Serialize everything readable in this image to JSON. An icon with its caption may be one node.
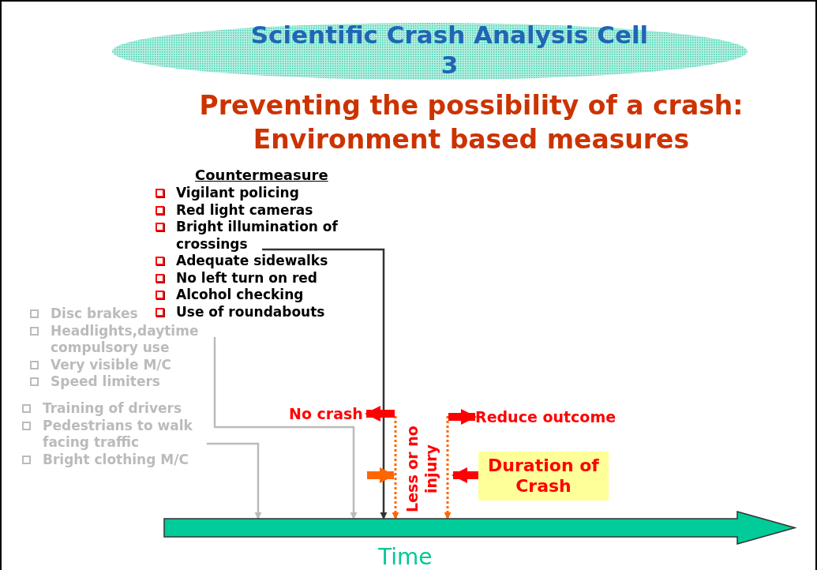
{
  "diagram": {
    "nodes": [
      {
        "text": [
          "Scientific Crash Analysis Cell 3"
        ]
      },
      {
        "text": [
          "Countermeasure",
          "Vigilant policing",
          "Red light cameras",
          "Bright illumination of crossings",
          "Adequate sidewalks",
          "No left turn on red",
          "Alcohol checking",
          "Use of roundabouts"
        ]
      },
      {
        "text": [
          "Disc brakes",
          "Headlights,daytime compulsory use",
          "Very visible M/C",
          "Speed limiters"
        ]
      },
      {
        "text": [
          "Training of drivers",
          "Pedestrians to walk facing traffic",
          "Bright clothing M/C"
        ]
      },
      {
        "text": [],
        "shape": "arrow",
        "beside": [
          "Time"
        ]
      },
      {
        "text": [
          "No crash"
        ]
      },
      {
        "text": [
          "Reduce outcome"
        ]
      },
      {
        "text": [
          "Less or no injury"
        ]
      },
      {
        "text": [
          "Duration of Crash"
        ]
      }
    ],
    "edges": [
      {
        "from": 1,
        "to": 4,
        "arrow": "to",
        "color": "#333333"
      },
      {
        "from": 2,
        "to": 4,
        "arrow": "to",
        "color": "#bbbbbb"
      },
      {
        "from": 3,
        "to": 4,
        "arrow": "to",
        "color": "#bbbbbb"
      },
      {
        "from": 7,
        "to": 4,
        "arrow": "to",
        "style": "dashed",
        "color": "#ff6600"
      },
      {
        "from": 7,
        "to": 4,
        "arrow": "to",
        "style": "dashed",
        "color": "#ff6600"
      },
      {
        "from": 7,
        "to": 5,
        "arrow": "to",
        "style": "thick",
        "color": "#ff0000"
      },
      {
        "from": 7,
        "to": 6,
        "arrow": "to",
        "style": "thick",
        "color": "#ff0000"
      },
      {
        "from": 8,
        "to": 7,
        "arrow": "to",
        "style": "thick",
        "color": "#ff0000"
      },
      {
        "from": null,
        "to": 7,
        "arrow": "to",
        "style": "thick",
        "color": "#ff6600"
      }
    ],
    "labels": [
      "Preventing the possibility of a crash: Environment based measures"
    ]
  }
}
